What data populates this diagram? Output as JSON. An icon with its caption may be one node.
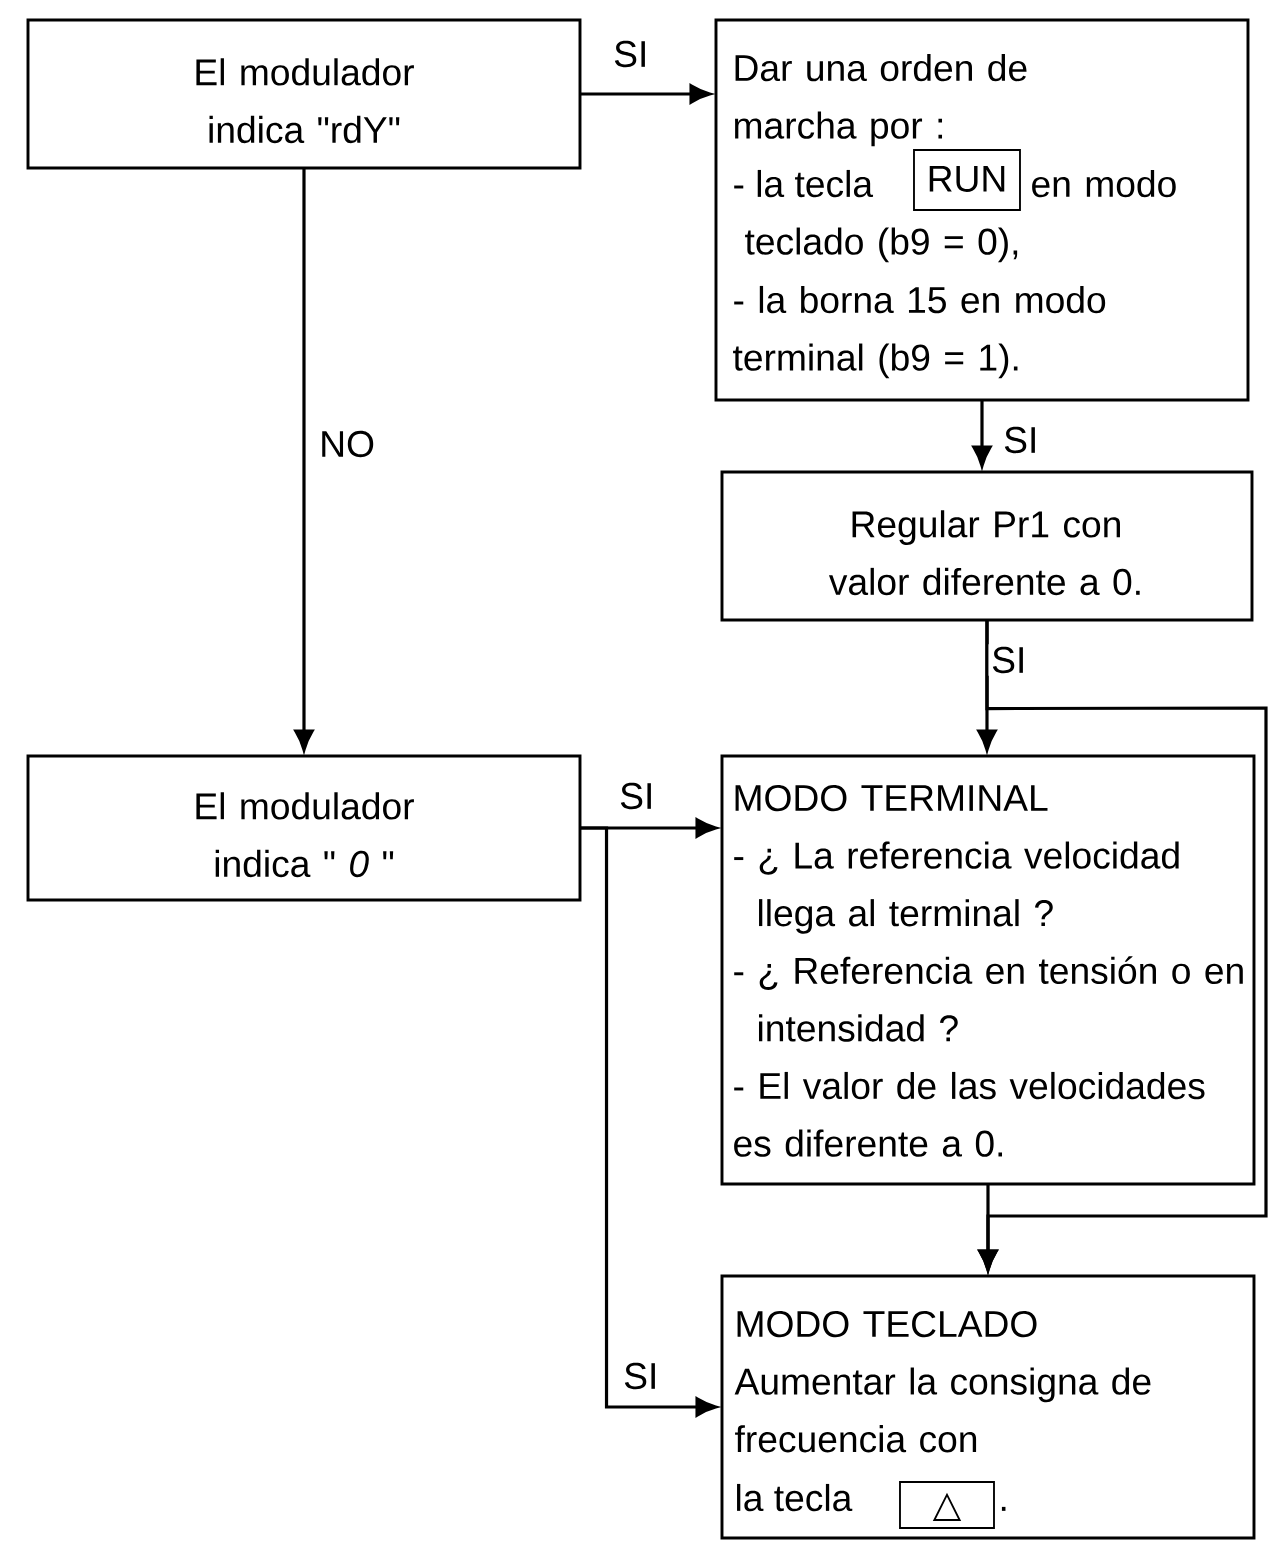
{
  "diagram": {
    "nodes": [
      {
        "text": [
          "El modulador indica \"rdY\""
        ]
      },
      {
        "text": [
          "Dar una orden de marcha por :",
          "- la tecla",
          "en modo teclado (b9 = 0),",
          "- la borna 15 en modo terminal (b9 = 1)."
        ]
      },
      {
        "text": [
          "RUN"
        ],
        "in": 1
      },
      {
        "text": [
          "Regular Pr1 con valor diferente a 0."
        ]
      },
      {
        "text": [
          "El modulador indica \" *0* \""
        ]
      },
      {
        "text": [
          "MODO TERMINAL",
          "- ¿ La referencia velocidad llega al terminal ?",
          "- ¿ Referencia en tensión o en intensidad ?",
          "- El valor de las velocidades es diferente a 0."
        ]
      },
      {
        "text": [
          "MODO TECLADO",
          "Aumentar la consigna de frecuencia con",
          "la tecla",
          "."
        ]
      },
      {
        "text": [
          "△"
        ],
        "in": 6
      }
    ],
    "edges": [
      {
        "from": 0,
        "to": 1,
        "arrow": "to",
        "label": "SI"
      },
      {
        "from": 0,
        "to": 4,
        "arrow": "to",
        "label": "NO"
      },
      {
        "from": 1,
        "to": 3,
        "arrow": "to",
        "label": "SI"
      },
      {
        "from": 3,
        "to": 5,
        "arrow": "to",
        "label": "SI"
      },
      {
        "from": 4,
        "to": 5,
        "arrow": "to",
        "label": "SI"
      },
      {
        "from": 4,
        "to": 6,
        "arrow": "to",
        "label": "SI"
      },
      {
        "from": 5,
        "to": 6,
        "arrow": "to"
      },
      {
        "from": 3,
        "to": 6,
        "arrow": "to"
      }
    ]
  }
}
